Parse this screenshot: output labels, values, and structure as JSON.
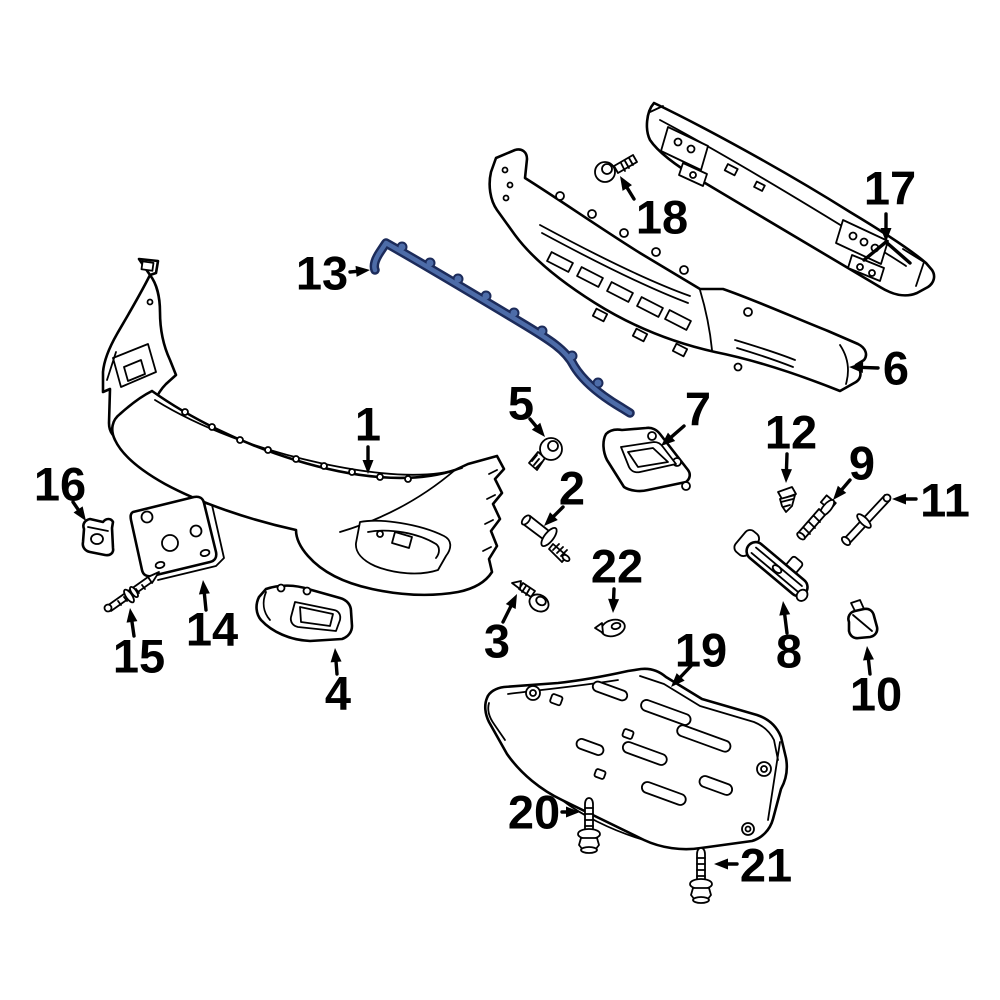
{
  "diagram": {
    "background_color": "#ffffff",
    "line_color": "#000000",
    "highlight_fill_color": "#4d6ca8",
    "highlight_outline_color": "#1c2b5a",
    "callouts": [
      {
        "number": "1"
      },
      {
        "number": "2"
      },
      {
        "number": "3"
      },
      {
        "number": "4"
      },
      {
        "number": "5"
      },
      {
        "number": "6"
      },
      {
        "number": "7"
      },
      {
        "number": "8"
      },
      {
        "number": "9"
      },
      {
        "number": "10"
      },
      {
        "number": "11"
      },
      {
        "number": "12"
      },
      {
        "number": "13"
      },
      {
        "number": "14"
      },
      {
        "number": "15"
      },
      {
        "number": "16"
      },
      {
        "number": "17"
      },
      {
        "number": "18"
      },
      {
        "number": "19"
      },
      {
        "number": "20"
      },
      {
        "number": "21"
      },
      {
        "number": "22"
      }
    ]
  }
}
